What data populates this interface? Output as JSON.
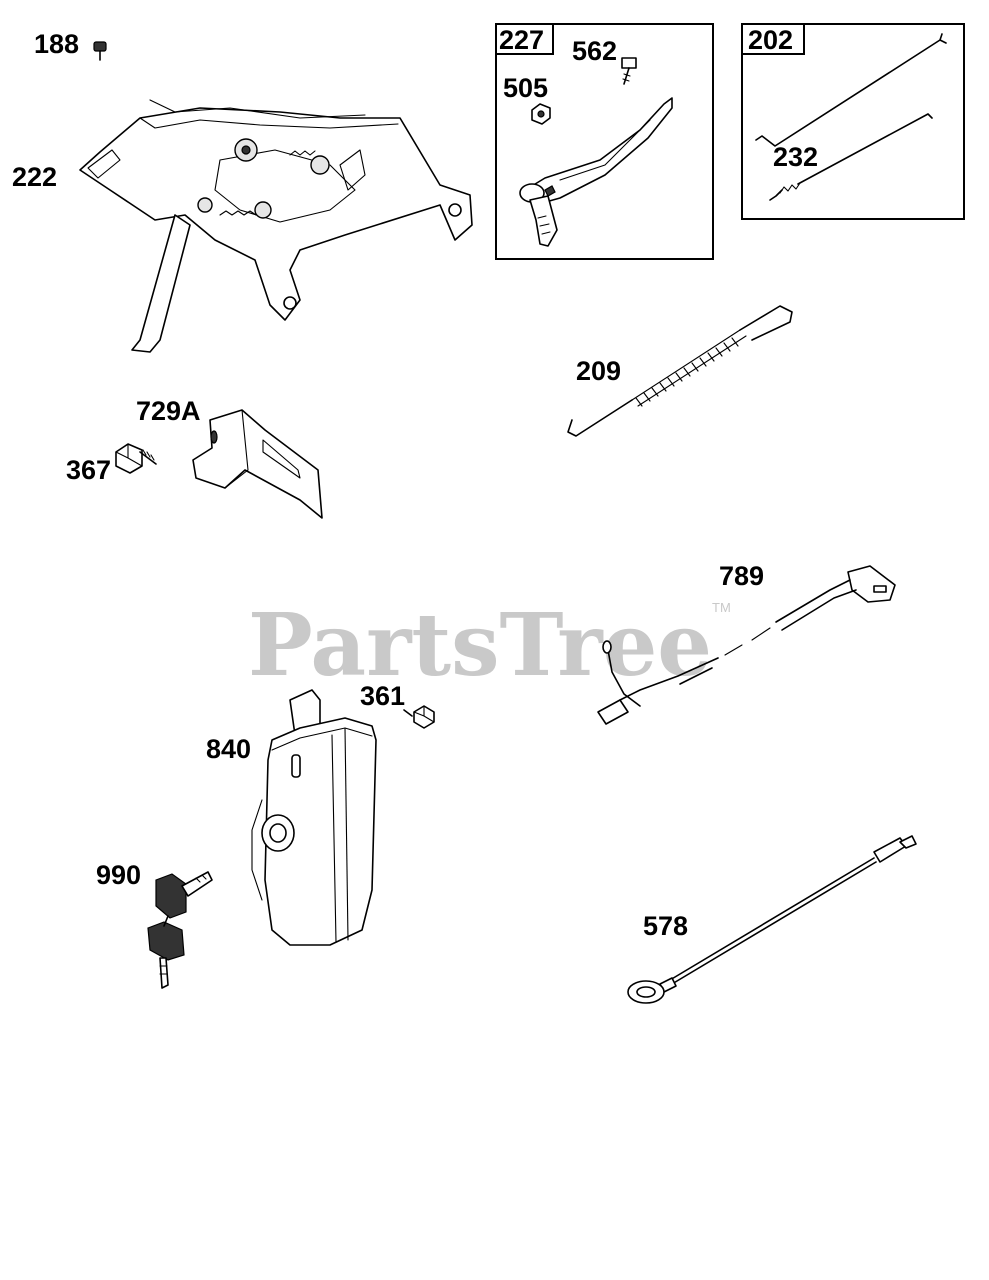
{
  "watermark": {
    "text": "PartsTree",
    "trademark": "TM"
  },
  "callouts": {
    "p188": "188",
    "p222": "222",
    "p729a": "729A",
    "p367": "367",
    "p227": "227",
    "p562": "562",
    "p505": "505",
    "p202": "202",
    "p232": "232",
    "p209": "209",
    "p789": "789",
    "p361": "361",
    "p840": "840",
    "p990": "990",
    "p578": "578"
  }
}
